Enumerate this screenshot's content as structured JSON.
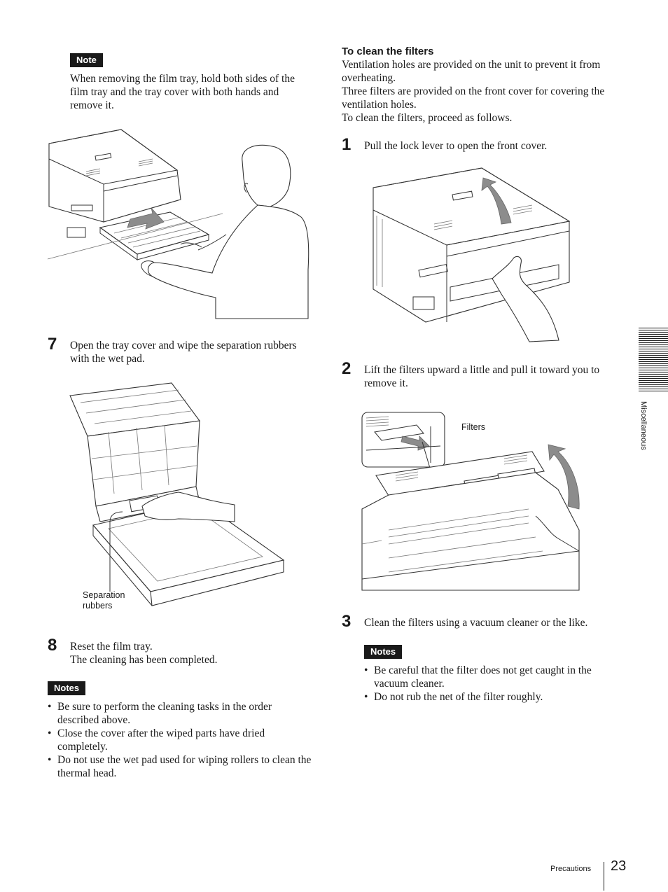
{
  "left_column": {
    "note_badge": "Note",
    "note_text": "When removing the film tray, hold both sides of the film tray and the tray cover with both hands and remove it.",
    "step7": {
      "number": "7",
      "text": "Open the tray cover and wipe the separation rubbers with the wet pad."
    },
    "separation_label_line1": "Separation",
    "separation_label_line2": "rubbers",
    "step8": {
      "number": "8",
      "line1": "Reset the film tray.",
      "line2": "The cleaning has been completed."
    },
    "notes_badge": "Notes",
    "notes": [
      "Be sure to perform the cleaning tasks in the order described above.",
      "Close the cover after the wiped parts have dried completely.",
      "Do not use the wet pad used for wiping rollers to clean the thermal head."
    ]
  },
  "right_column": {
    "heading": "To clean the filters",
    "intro": [
      "Ventilation holes are provided on the unit to prevent it from overheating.",
      "Three filters are provided on the front cover for covering the ventilation holes.",
      "To clean the filters, proceed as follows."
    ],
    "step1": {
      "number": "1",
      "text": "Pull the lock lever to open the front cover."
    },
    "step2": {
      "number": "2",
      "text": "Lift the filters upward a little and pull it toward you to remove it."
    },
    "filters_label": "Filters",
    "step3": {
      "number": "3",
      "text": "Clean the filters using a vacuum cleaner or the like."
    },
    "notes_badge": "Notes",
    "notes": [
      "Be careful that the filter does not get caught in the vacuum cleaner.",
      "Do not rub the net of the filter roughly."
    ]
  },
  "side_tab": {
    "label": "Miscellaneous"
  },
  "footer": {
    "section": "Precautions",
    "page_number": "23"
  }
}
